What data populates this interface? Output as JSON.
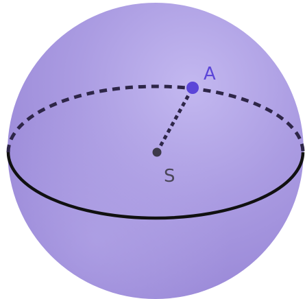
{
  "figure": {
    "sphere": {
      "fill_color": "#a99ae0",
      "highlight_color": "#bfb3ee",
      "shade_color": "#9483d6"
    },
    "equator": {
      "front_color": "#111111",
      "back_color": "#2e2648",
      "style_back": "dashed",
      "style_front": "solid"
    },
    "radius_segment": {
      "color": "#2e2648",
      "style": "dotted"
    },
    "points": {
      "A": {
        "label": "A",
        "color": "#5b45d8",
        "label_color": "#5b45d8"
      },
      "S": {
        "label": "S",
        "color": "#3d3a4a",
        "label_color": "#4a4658"
      }
    }
  }
}
